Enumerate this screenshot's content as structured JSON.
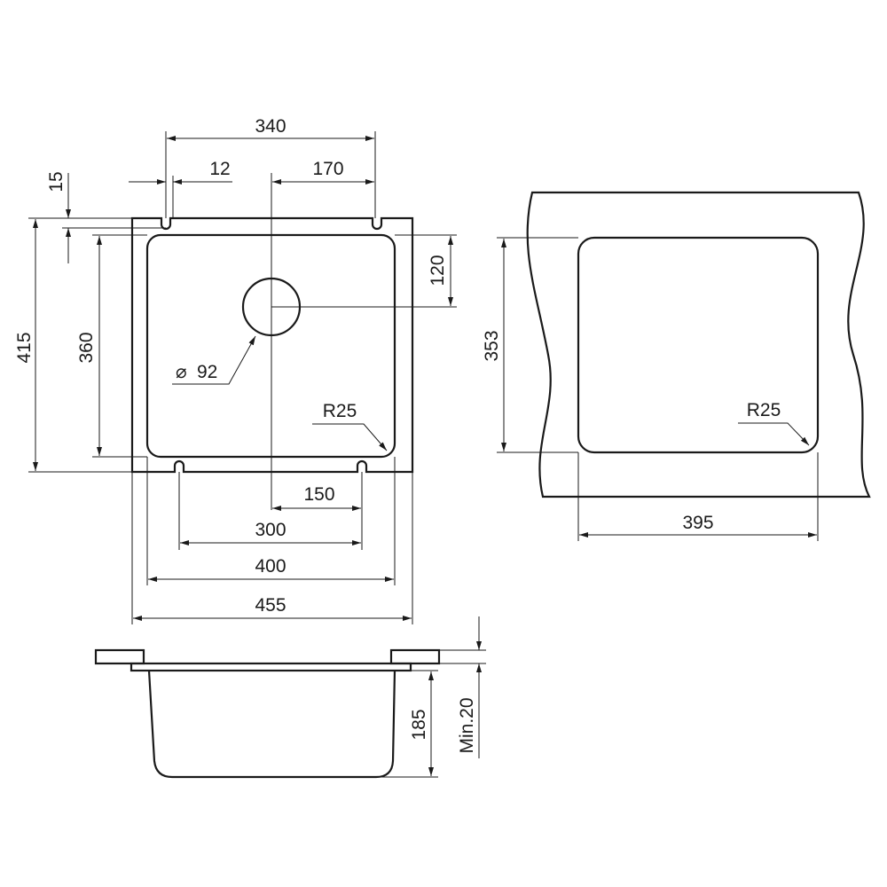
{
  "top_view": {
    "width_overall": "455",
    "height_overall": "415",
    "bowl_width": "400",
    "bowl_height": "360",
    "clip_spacing_top": "340",
    "clip_offset": "12",
    "clip_depth": "15",
    "drain_offset_x": "170",
    "drain_offset_y": "120",
    "drain_diameter": "92",
    "corner_radius": "R25",
    "drain_offset_bottom": "150",
    "clip_spacing_bottom": "300"
  },
  "cutout_view": {
    "cutout_width": "395",
    "cutout_height": "353",
    "corner_radius": "R25"
  },
  "section_view": {
    "depth": "185",
    "countertop_min": "Min.20"
  }
}
